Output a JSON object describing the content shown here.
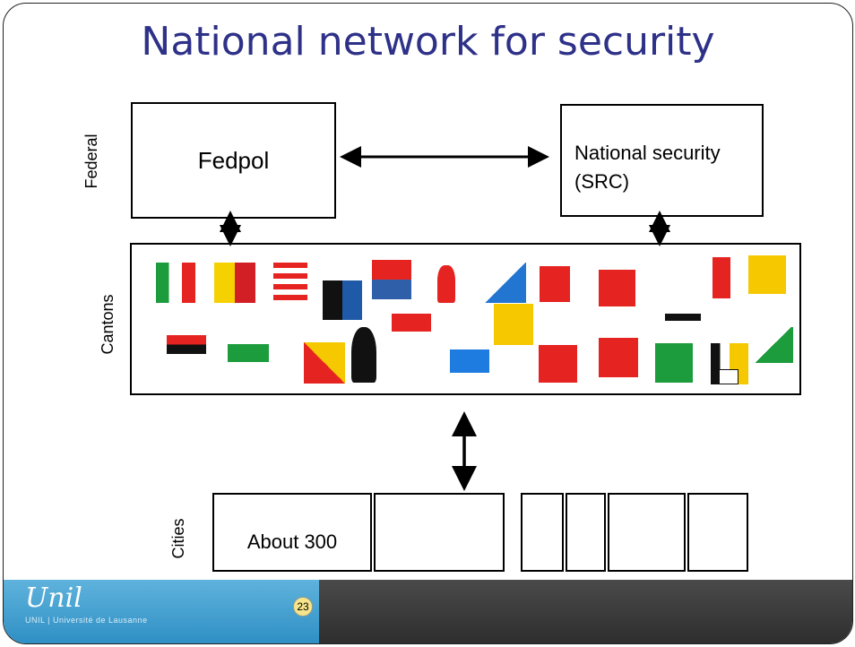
{
  "title": "National network for security",
  "levels": {
    "federal": "Federal",
    "cantons": "Cantons",
    "cities": "Cities"
  },
  "boxes": {
    "fedpol": "Fedpol",
    "src_line1": "National security",
    "src_line2": "(SRC)",
    "cities_first": "About 300"
  },
  "footer": {
    "logo_script": "Unil",
    "logo_text": "UNIL | Université de Lausanne",
    "page_number": "23"
  },
  "colors": {
    "title": "#2e3188",
    "footer_left": "#3b9fd0",
    "footer_right": "#3a3a3a"
  },
  "flags": [
    {
      "name": "ticino",
      "icon": "flag-ticino-icon"
    },
    {
      "name": "geneva",
      "icon": "flag-geneva-icon"
    },
    {
      "name": "basel-land",
      "icon": "flag-basel-land-icon"
    },
    {
      "name": "aargau",
      "icon": "flag-aargau-icon"
    },
    {
      "name": "lucerne",
      "icon": "flag-lucerne-icon"
    },
    {
      "name": "basel-stadt",
      "icon": "flag-basel-stadt-icon"
    },
    {
      "name": "zurich",
      "icon": "flag-zurich-icon"
    },
    {
      "name": "neuchatel",
      "icon": "flag-neuchatel-icon"
    },
    {
      "name": "schwyz",
      "icon": "flag-schwyz-icon"
    },
    {
      "name": "appenzell",
      "icon": "flag-appenzell-icon"
    },
    {
      "name": "valais",
      "icon": "flag-valais-icon"
    },
    {
      "name": "schaffhausen",
      "icon": "flag-schaffhausen-icon"
    },
    {
      "name": "solothurn",
      "icon": "flag-solothurn-icon"
    },
    {
      "name": "vaud",
      "icon": "flag-vaud-icon"
    },
    {
      "name": "bern",
      "icon": "flag-bern-icon"
    },
    {
      "name": "fribourg",
      "icon": "flag-fribourg-icon"
    },
    {
      "name": "uri",
      "icon": "flag-uri-icon"
    },
    {
      "name": "obwalden",
      "icon": "flag-obwalden-icon"
    },
    {
      "name": "nidwalden",
      "icon": "flag-nidwalden-icon"
    },
    {
      "name": "thurgau",
      "icon": "flag-thurgau-icon"
    },
    {
      "name": "graubunden",
      "icon": "flag-graubunden-icon"
    },
    {
      "name": "zug",
      "icon": "flag-zug-icon"
    },
    {
      "name": "glarus",
      "icon": "flag-glarus-icon"
    },
    {
      "name": "jura",
      "icon": "flag-jura-icon"
    },
    {
      "name": "st-gallen",
      "icon": "flag-st-gallen-icon"
    }
  ]
}
